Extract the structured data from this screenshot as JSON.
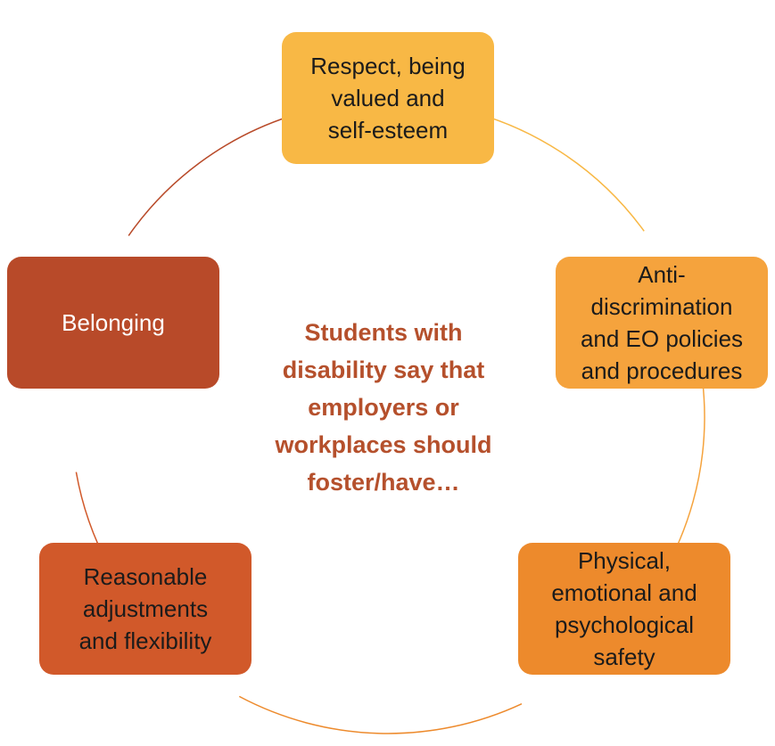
{
  "center_text": "Students with\ndisability say that\nemployers or\nworkplaces should\nfoster/have…",
  "nodes": [
    {
      "label": "Respect, being\nvalued and\nself-esteem",
      "color": "#f8b845"
    },
    {
      "label": "Anti-\ndiscrimination\nand EO policies\nand procedures",
      "color": "#f5a33d"
    },
    {
      "label": "Physical,\nemotional and\npsychological\nsafety",
      "color": "#ed8a2c"
    },
    {
      "label": "Reasonable\nadjustments\nand flexibility",
      "color": "#d1592a"
    },
    {
      "label": "Belonging",
      "color": "#b84a29"
    }
  ],
  "ring_colors": [
    "#f8b845",
    "#f5a33d",
    "#ed8a2c",
    "#d1592a",
    "#b84a29"
  ]
}
